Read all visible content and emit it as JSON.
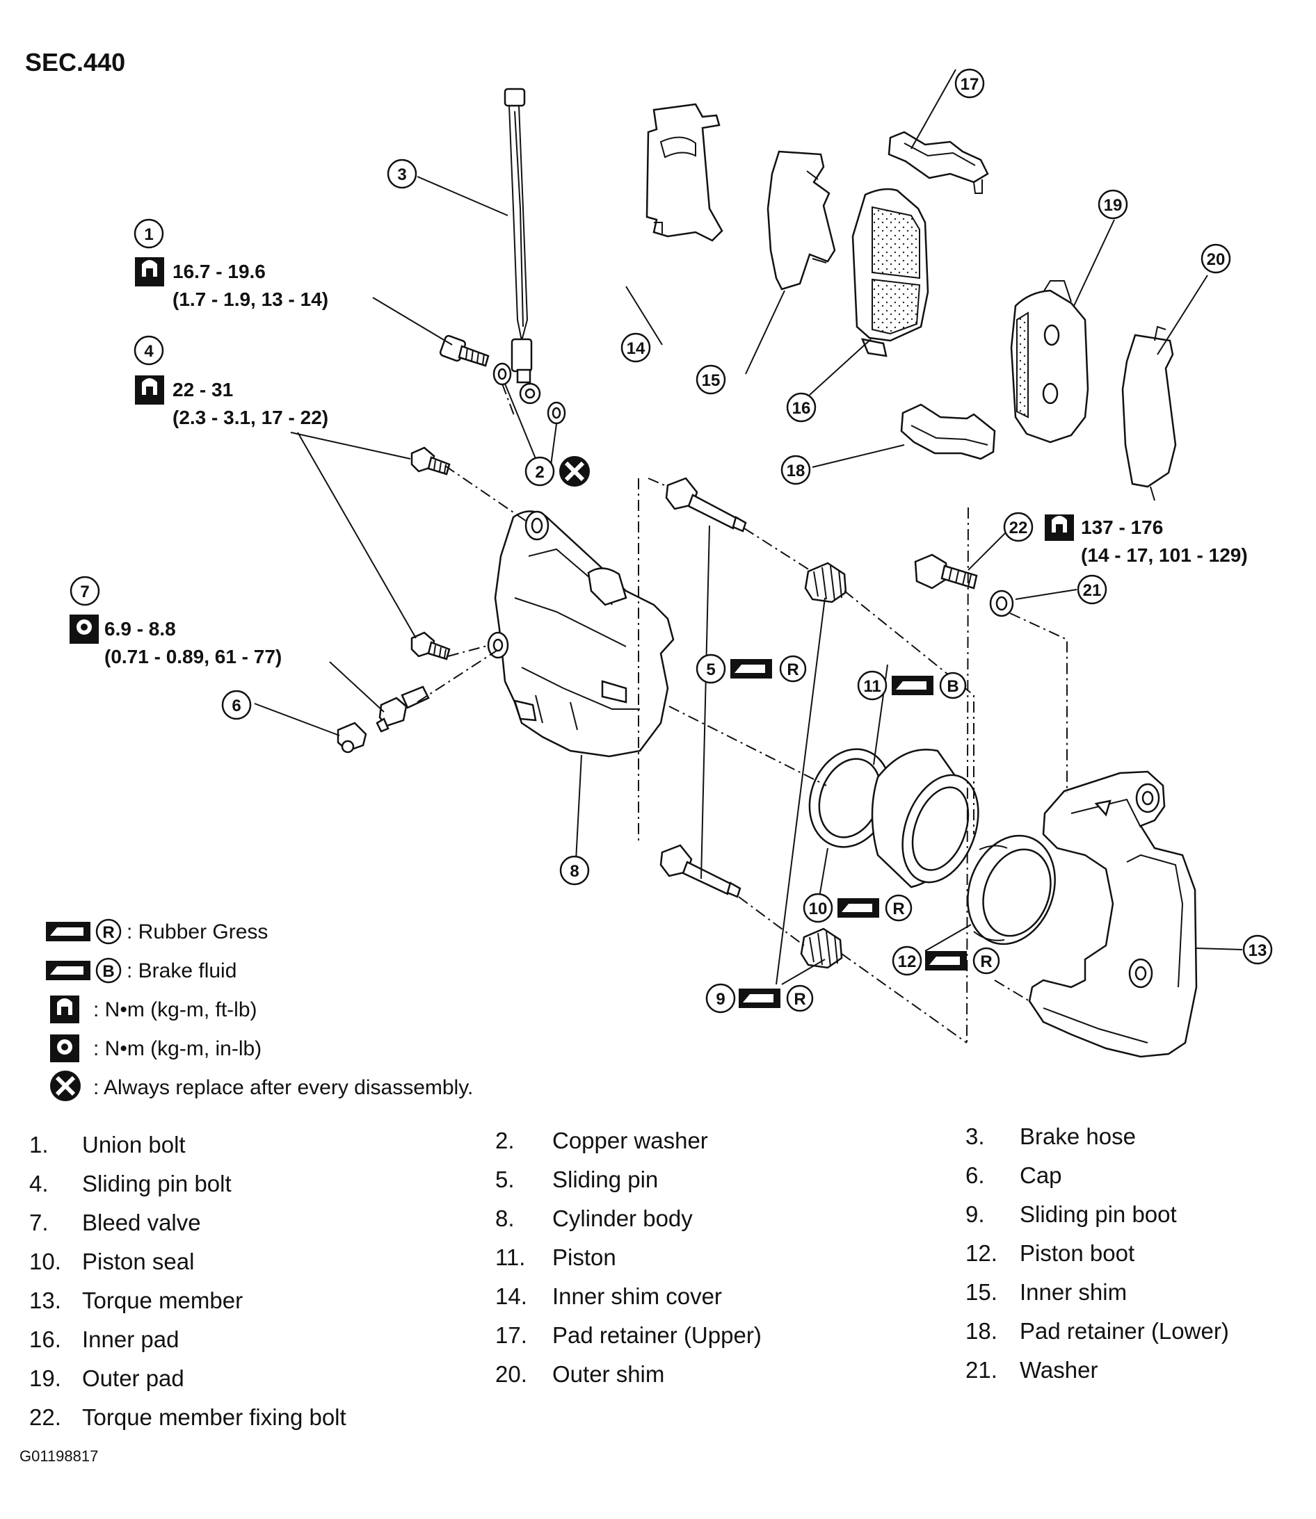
{
  "section": "SEC.440",
  "callouts": {
    "c1": "1",
    "c2": "2",
    "c3": "3",
    "c4": "4",
    "c5": "5",
    "c6": "6",
    "c7": "7",
    "c8": "8",
    "c9": "9",
    "c10": "10",
    "c11": "11",
    "c12": "12",
    "c13": "13",
    "c14": "14",
    "c15": "15",
    "c16": "16",
    "c17": "17",
    "c18": "18",
    "c19": "19",
    "c20": "20",
    "c21": "21",
    "c22": "22"
  },
  "torques": {
    "t1_value": "16.7 - 19.6",
    "t1_alt": "(1.7 - 1.9, 13 - 14)",
    "t4_value": "22 - 31",
    "t4_alt": "(2.3 - 3.1, 17 - 22)",
    "t7_value": "6.9 - 8.8",
    "t7_alt": "(0.71 - 0.89, 61 - 77)",
    "t22_value": "137 - 176",
    "t22_alt": "(14 - 17, 101 - 129)"
  },
  "symbols": {
    "rubber_grease_letter": "R",
    "brake_fluid_letter": "B"
  },
  "legend": {
    "rubber_grease": ": Rubber Gress",
    "brake_fluid": ": Brake fluid",
    "torque_ftlb": ": N•m (kg-m, ft-lb)",
    "torque_inlb": ": N•m (kg-m, in-lb)",
    "replace": ": Always replace after every disassembly."
  },
  "parts": [
    {
      "num": "1.",
      "name": "Union bolt"
    },
    {
      "num": "2.",
      "name": "Copper washer"
    },
    {
      "num": "3.",
      "name": "Brake hose"
    },
    {
      "num": "4.",
      "name": "Sliding pin bolt"
    },
    {
      "num": "5.",
      "name": "Sliding pin"
    },
    {
      "num": "6.",
      "name": "Cap"
    },
    {
      "num": "7.",
      "name": "Bleed valve"
    },
    {
      "num": "8.",
      "name": "Cylinder body"
    },
    {
      "num": "9.",
      "name": "Sliding pin boot"
    },
    {
      "num": "10.",
      "name": "Piston seal"
    },
    {
      "num": "11.",
      "name": "Piston"
    },
    {
      "num": "12.",
      "name": "Piston boot"
    },
    {
      "num": "13.",
      "name": "Torque member"
    },
    {
      "num": "14.",
      "name": "Inner shim cover"
    },
    {
      "num": "15.",
      "name": "Inner shim"
    },
    {
      "num": "16.",
      "name": "Inner pad"
    },
    {
      "num": "17.",
      "name": "Pad retainer (Upper)"
    },
    {
      "num": "18.",
      "name": "Pad retainer (Lower)"
    },
    {
      "num": "19.",
      "name": "Outer pad"
    },
    {
      "num": "20.",
      "name": "Outer shim"
    },
    {
      "num": "21.",
      "name": "Washer"
    },
    {
      "num": "22.",
      "name": "Torque member fixing bolt"
    }
  ],
  "figure_code": "G01198817"
}
